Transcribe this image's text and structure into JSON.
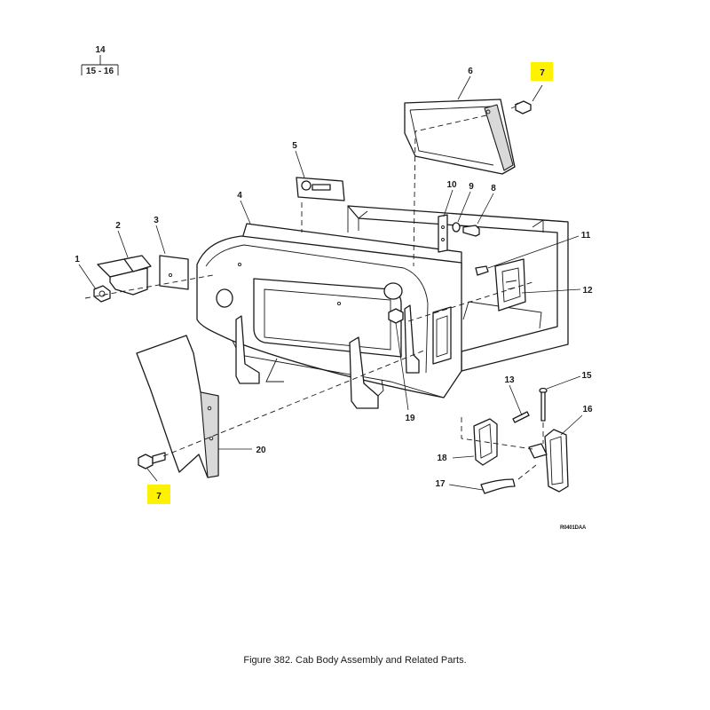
{
  "figure": {
    "caption": "Figure  382.   Cab Body Assembly and Related Parts.",
    "drawing_id": "R0401DAA",
    "sheet": {
      "number": "14",
      "range": "15 - 16"
    },
    "callouts": [
      "1",
      "2",
      "3",
      "4",
      "5",
      "6",
      "7",
      "8",
      "9",
      "10",
      "11",
      "12",
      "13",
      "15",
      "16",
      "17",
      "18",
      "19",
      "20",
      "7"
    ],
    "highlight_color": "#fff200"
  }
}
